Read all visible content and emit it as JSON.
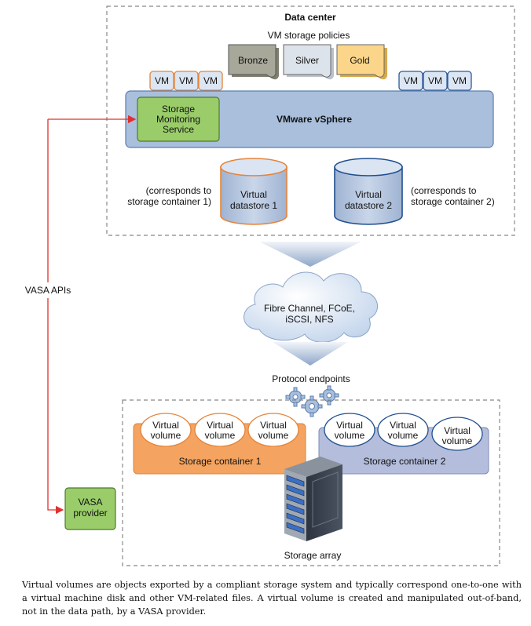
{
  "data_center": {
    "title": "Data center"
  },
  "policies": {
    "title": "VM storage policies",
    "items": [
      "Bronze",
      "Silver",
      "Gold"
    ]
  },
  "vm_groups": {
    "left": [
      "VM",
      "VM",
      "VM"
    ],
    "right": [
      "VM",
      "VM",
      "VM"
    ]
  },
  "vsphere": {
    "title": "VMware vSphere"
  },
  "monitoring": {
    "line1": "Storage",
    "line2": "Monitoring",
    "line3": "Service"
  },
  "datastores": [
    {
      "line1": "Virtual",
      "line2": "datastore 1",
      "note1": "(corresponds to",
      "note2": "storage container 1)"
    },
    {
      "line1": "Virtual",
      "line2": "datastore 2",
      "note1": "(corresponds to",
      "note2": "storage container 2)"
    }
  ],
  "vasa_apis": "VASA APIs",
  "network": {
    "line1": "Fibre Channel, FCoE,",
    "line2": "iSCSI, NFS"
  },
  "protocol_endpoints": "Protocol endpoints",
  "storage_containers": [
    {
      "label": "Storage container 1",
      "volumes": [
        {
          "l1": "Virtual",
          "l2": "volume"
        },
        {
          "l1": "Virtual",
          "l2": "volume"
        },
        {
          "l1": "Virtual",
          "l2": "volume"
        }
      ]
    },
    {
      "label": "Storage container 2",
      "volumes": [
        {
          "l1": "Virtual",
          "l2": "volume"
        },
        {
          "l1": "Virtual",
          "l2": "volume"
        },
        {
          "l1": "Virtual",
          "l2": "volume"
        }
      ]
    }
  ],
  "vasa_provider": {
    "line1": "VASA",
    "line2": "provider"
  },
  "storage_array": "Storage array",
  "caption": "Virtual volumes are objects exported by a compliant storage system and typically correspond one-to-one with a virtual machine disk and other VM-related files. A virtual volume is created and manipulated out-of-band, not in the data path, by a VASA provider.",
  "colors": {
    "vsphere": "#a9bfdc",
    "green": "#9acd6a",
    "orange": "#f4a460",
    "lavender": "#b4bddb",
    "arrow_red": "#e03030",
    "bronze": "#a7a79a",
    "silver": "#dde3ea",
    "gold": "#fbd68a"
  }
}
